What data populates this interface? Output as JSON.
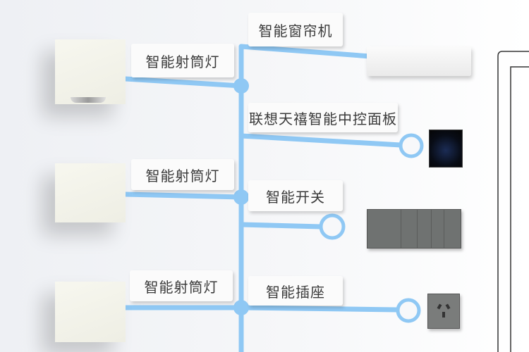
{
  "labels": {
    "curtain": "智能窗帘机",
    "spotlight_1": "智能射筒灯",
    "panel": "联想天禧智能中控面板",
    "spotlight_2": "智能射筒灯",
    "switch": "智能开关",
    "spotlight_3": "智能射筒灯",
    "socket": "智能插座"
  },
  "colors": {
    "trunk_line": "#8fc8f4",
    "wall": "#f3f4f7"
  }
}
